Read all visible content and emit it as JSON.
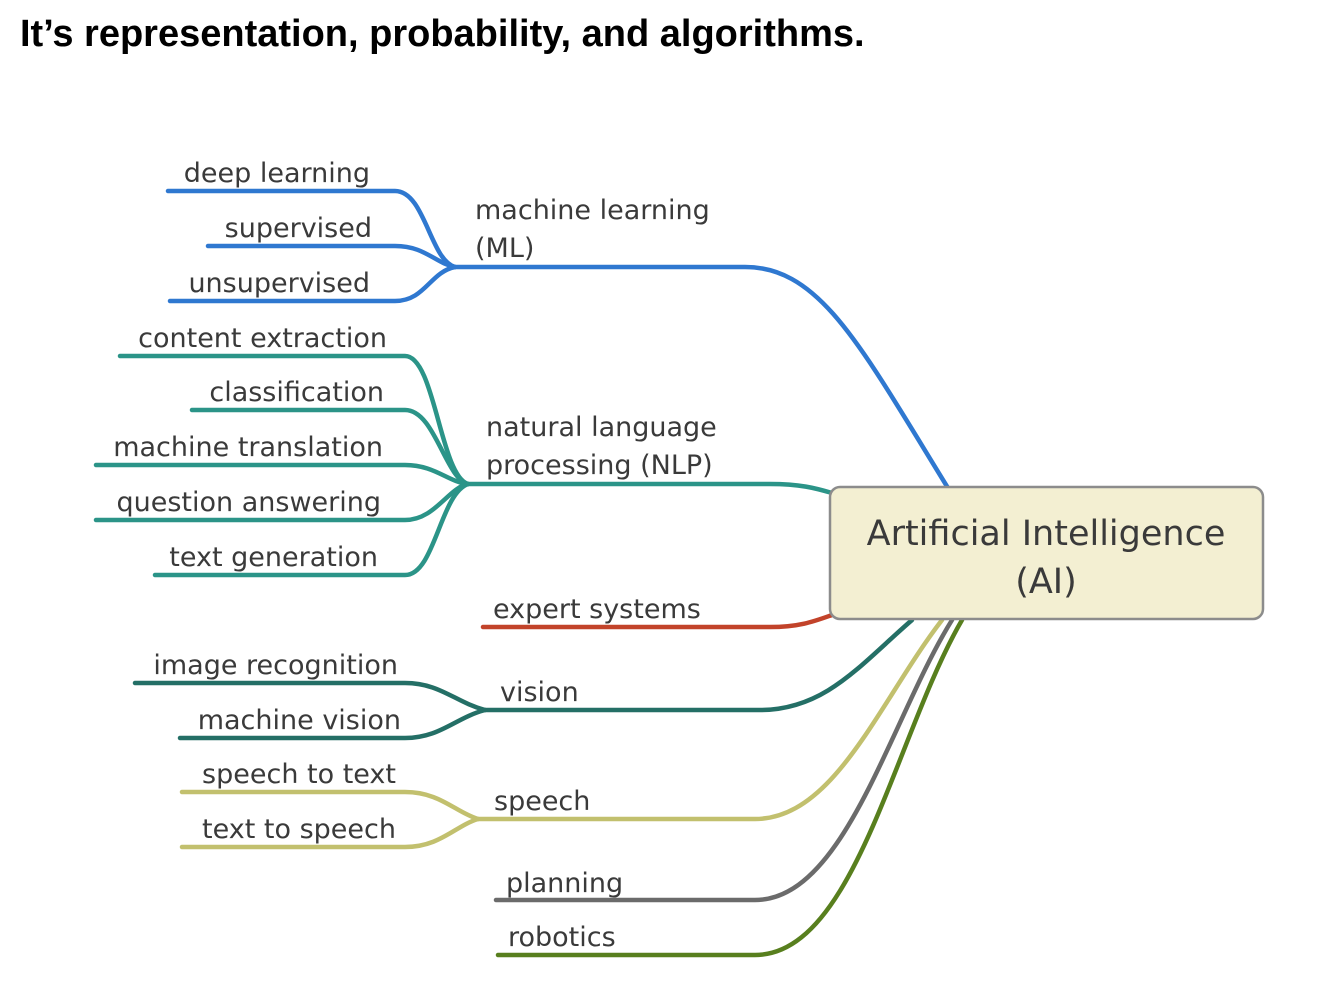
{
  "title": "It’s representation, probability, and algorithms.",
  "center": {
    "line1": "Artificial Intelligence",
    "line2": "(AI)",
    "fill": "#f3efd2",
    "border": "#8c8c8c"
  },
  "branches": {
    "ml": {
      "line1": "machine learning",
      "line2": "(ML)",
      "color": "#2f78d0",
      "children": [
        "deep learning",
        "supervised",
        "unsupervised"
      ]
    },
    "nlp": {
      "line1": "natural language",
      "line2": "processing (NLP)",
      "color": "#2b9488",
      "children": [
        "content extraction",
        "classification",
        "machine translation",
        "question answering",
        "text generation"
      ]
    },
    "expert": {
      "label": "expert systems",
      "color": "#c2432a"
    },
    "vision": {
      "label": "vision",
      "color": "#246f66",
      "children": [
        "image recognition",
        "machine vision"
      ]
    },
    "speech": {
      "label": "speech",
      "color": "#c2c06e",
      "children": [
        "speech to text",
        "text to speech"
      ]
    },
    "planning": {
      "label": "planning",
      "color": "#6b6b6b"
    },
    "robotics": {
      "label": "robotics",
      "color": "#587f1e"
    }
  }
}
